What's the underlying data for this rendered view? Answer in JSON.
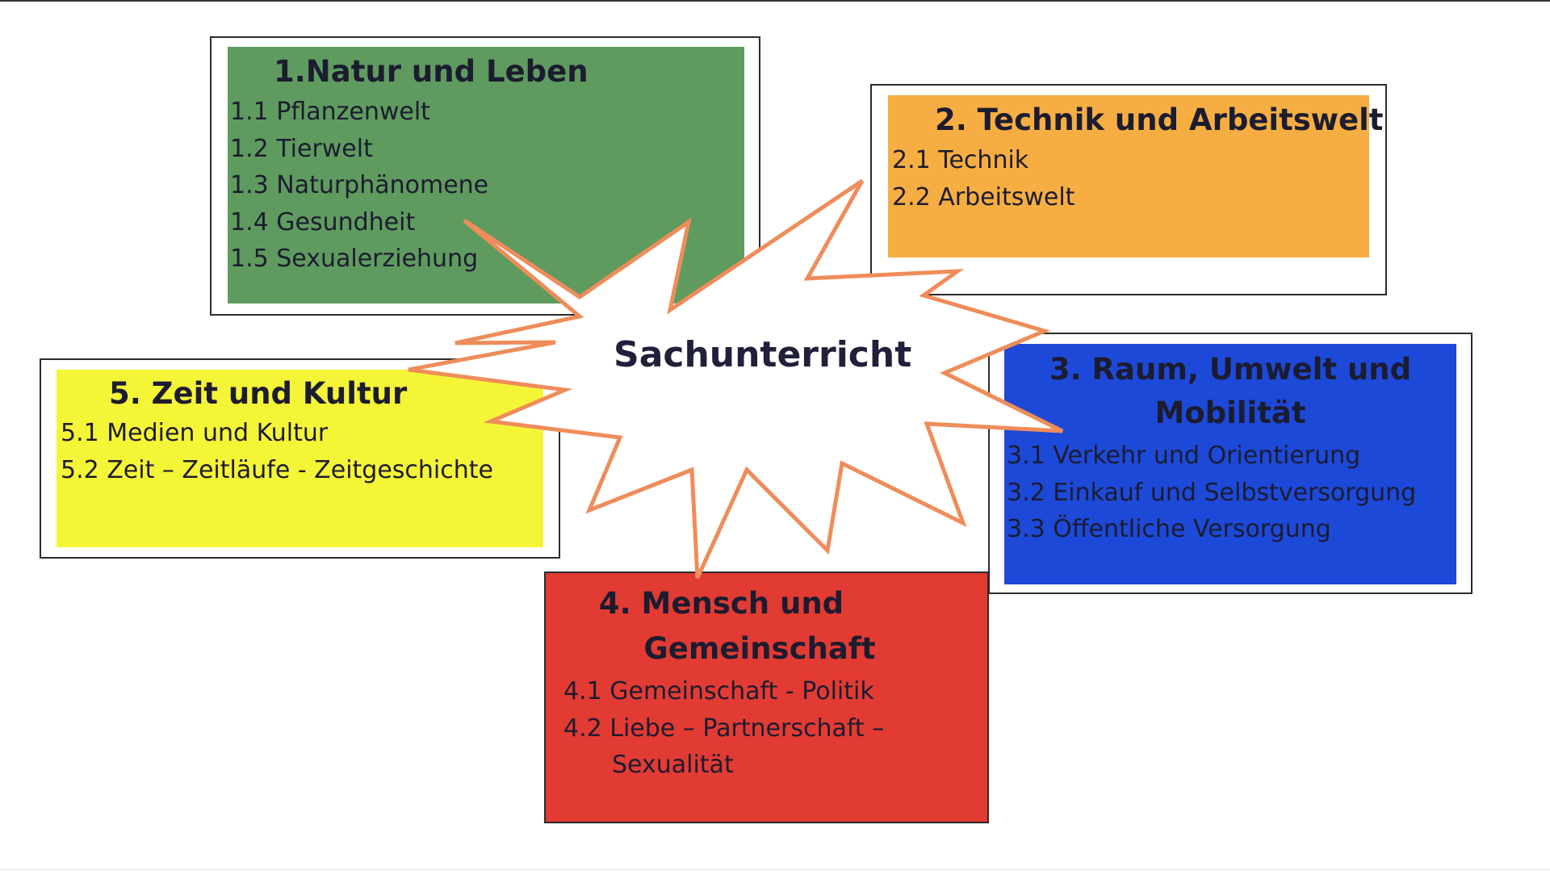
{
  "center": {
    "label": "Sachunterricht"
  },
  "colors": {
    "natur": "#5f9b5f",
    "technik": "#f6ae42",
    "raum": "#1d49d8",
    "mensch": "#e23b33",
    "zeit": "#f5f538",
    "burst_stroke": "#ef8c5a",
    "frame": "#2b2b2b"
  },
  "topics": [
    {
      "heading": "1.Natur und Leben",
      "items": [
        "1.1 Pflanzenwelt",
        "1.2 Tierwelt",
        "1.3 Naturphänomene",
        "1.4 Gesundheit",
        "1.5 Sexualerziehung"
      ]
    },
    {
      "heading": "2. Technik und Arbeitswelt",
      "items": [
        "2.1 Technik",
        "2.2 Arbeitswelt"
      ]
    },
    {
      "heading_line1": "3. Raum, Umwelt und",
      "heading_line2": "Mobilität",
      "items": [
        "3.1 Verkehr und Orientierung",
        "3.2 Einkauf und Selbstversorgung",
        "3.3 Öffentliche Versorgung"
      ]
    },
    {
      "heading_line1": "4. Mensch und",
      "heading_line2": "Gemeinschaft",
      "items": [
        "4.1 Gemeinschaft - Politik"
      ],
      "item2_line1": "4.2 Liebe – Partnerschaft –",
      "item2_line2": "Sexualität"
    },
    {
      "heading": "5. Zeit und Kultur",
      "items": [
        "5.1 Medien und Kultur",
        "5.2 Zeit – Zeitläufe - Zeitgeschichte"
      ]
    }
  ]
}
